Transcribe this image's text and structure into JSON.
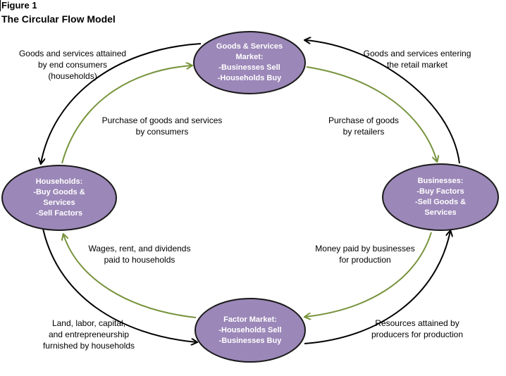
{
  "figure": {
    "label": "Figure 1",
    "title": "The Circular Flow Model"
  },
  "colors": {
    "node_fill": "#9b87b8",
    "node_stroke": "#1a1a1a",
    "node_text": "#ffffff",
    "goods_flow": "#000000",
    "money_flow": "#77933c"
  },
  "nodes": {
    "goods_market": {
      "lines": [
        "Goods  & Services",
        "Market:",
        "-Businesses Sell",
        "-Households Buy"
      ]
    },
    "households": {
      "lines": [
        "Households:",
        "-Buy Goods &",
        "Services",
        "-Sell Factors"
      ]
    },
    "businesses": {
      "lines": [
        "Businesses:",
        "-Buy Factors",
        "-Sell Goods &",
        "Services"
      ]
    },
    "factor_market": {
      "lines": [
        "Factor Market:",
        "-Households Sell",
        "-Businesses Buy"
      ]
    }
  },
  "flow_labels": {
    "goods_to_households": [
      "Goods and services attained",
      "by end consumers",
      "(households)"
    ],
    "goods_entering_retail": [
      "Goods and services entering",
      "the retail market"
    ],
    "purchase_by_consumers": [
      "Purchase of goods and services",
      "by consumers"
    ],
    "purchase_by_retailers": [
      "Purchase of goods",
      "by retailers"
    ],
    "wages_rent_dividends": [
      "Wages, rent, and dividends",
      "paid to households"
    ],
    "money_paid_by_businesses": [
      "Money paid by businesses",
      "for production"
    ],
    "land_labor_capital": [
      "Land, labor, capital,",
      "and entrepreneurship",
      "furnished by households"
    ],
    "resources_attained": [
      "Resources attained by",
      "producers  for production"
    ]
  }
}
